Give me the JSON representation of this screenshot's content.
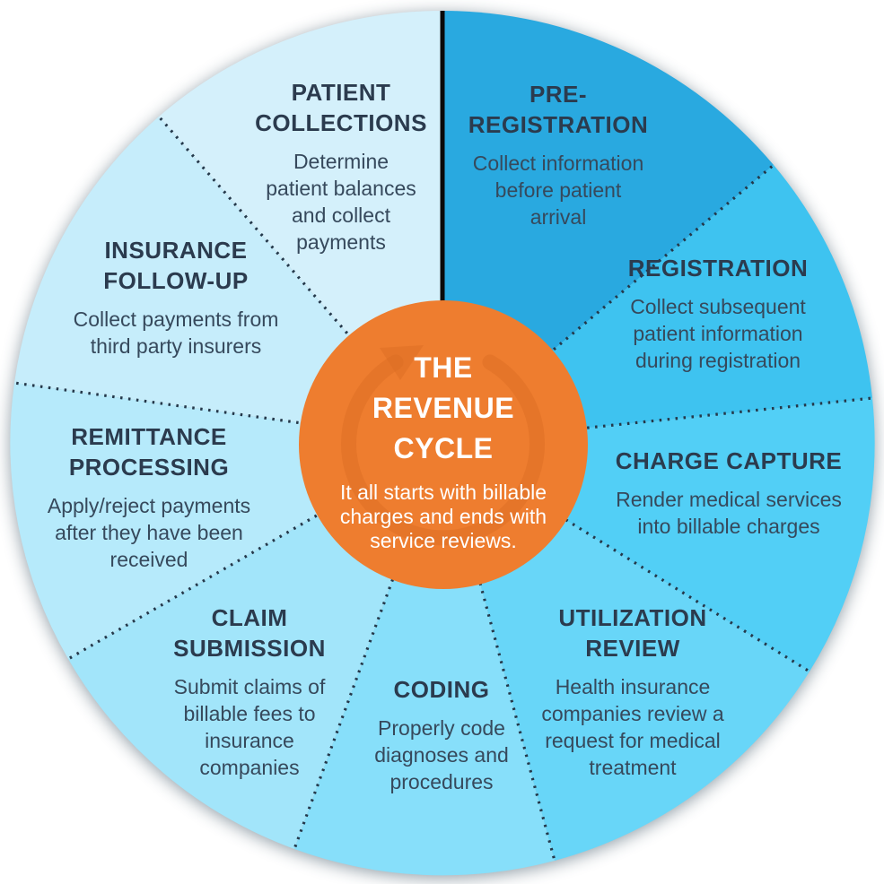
{
  "diagram_title": "The Revenue Cycle",
  "colors": {
    "background": "#ffffff",
    "center": "#ee7d2f",
    "center_arrow": "#d96c24",
    "center_text": "#ffffff",
    "title_text": "#2b3b4e",
    "desc_text": "#36495c",
    "divider_dashed": "#24384a",
    "divider_solid": "#0a0a0a"
  },
  "center": {
    "title": "THE\nREVENUE\nCYCLE",
    "description": "It all starts with billable\ncharges and ends with\nservice reviews."
  },
  "segments": [
    {
      "name": "pre-registration",
      "title": "PRE-\nREGISTRATION",
      "description": "Collect information\nbefore patient\narrival",
      "color": "#29a9e0"
    },
    {
      "name": "registration",
      "title": "REGISTRATION",
      "description": "Collect subsequent\npatient information\nduring registration",
      "color": "#3ec3f0"
    },
    {
      "name": "charge-capture",
      "title": "CHARGE CAPTURE",
      "description": "Render medical services\ninto billable charges",
      "color": "#52cff6"
    },
    {
      "name": "utilization-review",
      "title": "UTILIZATION\nREVIEW",
      "description": "Health insurance\ncompanies review a\nrequest for medical\ntreatment",
      "color": "#68d6f8"
    },
    {
      "name": "coding",
      "title": "CODING",
      "description": "Properly code\ndiagnoses and\nprocedures",
      "color": "#87dffa"
    },
    {
      "name": "claim-submission",
      "title": "CLAIM\nSUBMISSION",
      "description": "Submit claims of\nbillable fees to\ninsurance\ncompanies",
      "color": "#a2e5fa"
    },
    {
      "name": "remittance-processing",
      "title": "REMITTANCE\nPROCESSING",
      "description": "Apply/reject payments\nafter they have been\nreceived",
      "color": "#b6eafb"
    },
    {
      "name": "insurance-follow-up",
      "title": "INSURANCE\nFOLLOW-UP",
      "description": "Collect payments from\nthird party insurers",
      "color": "#c6edfb"
    },
    {
      "name": "patient-collections",
      "title": "PATIENT\nCOLLECTIONS",
      "description": "Determine\npatient balances\nand collect\npayments",
      "color": "#d4f0fb"
    }
  ]
}
